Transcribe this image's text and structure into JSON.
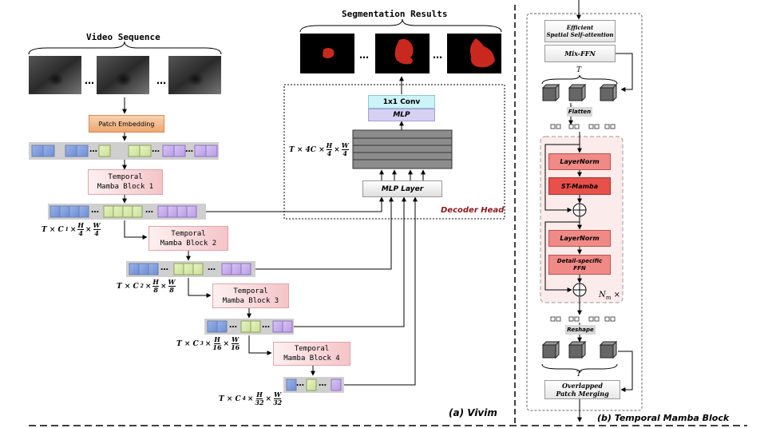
{
  "left": {
    "video_title": "Video Sequence",
    "seg_title": "Segmentation Results",
    "ellipsis": "…",
    "patch_embedding": "Patch Embedding",
    "tmb": [
      {
        "line1": "Temporal",
        "line2": "Mamba Block 1"
      },
      {
        "line1": "Temporal",
        "line2": "Mamba Block 2"
      },
      {
        "line1": "Temporal",
        "line2": "Mamba Block 3"
      },
      {
        "line1": "Temporal",
        "line2": "Mamba Block 4"
      }
    ],
    "dims": [
      {
        "prefix": "T × C",
        "sub": "1",
        "h": "H",
        "hd": "4",
        "w": "W",
        "wd": "4"
      },
      {
        "prefix": "T × C",
        "sub": "2",
        "h": "H",
        "hd": "8",
        "w": "W",
        "wd": "8"
      },
      {
        "prefix": "T × C",
        "sub": "3",
        "h": "H",
        "hd": "16",
        "w": "W",
        "wd": "16"
      },
      {
        "prefix": "T × C",
        "sub": "4",
        "h": "H",
        "hd": "32",
        "w": "W",
        "wd": "32"
      }
    ],
    "decoder_dim": {
      "prefix": "T × 4C ×",
      "h": "H",
      "hd": "4",
      "w": "W",
      "wd": "4"
    },
    "conv": "1x1 Conv",
    "mlp": "MLP",
    "mlp_layer": "MLP Layer",
    "decoder_head": "Decoder Head",
    "caption": "(a) Vivim"
  },
  "right": {
    "attn_line1": "Efficient",
    "attn_line2": "Spatial Self-attention",
    "mixffn": "Mix-FFN",
    "T_top": "T",
    "flatten": "Flatten",
    "layernorm1": "LayerNorm",
    "stmamba": "ST-Mamba",
    "layernorm2": "LayerNorm",
    "ffn_line1": "Detail-specific",
    "ffn_line2": "FFN",
    "nm": "N",
    "nm_sub": "m",
    "nm_suffix": " ×",
    "reshape": "Reshape",
    "T_bottom": "T",
    "merge_line1": "Overlapped",
    "merge_line2": "Patch Merging",
    "caption": "(b) Temporal Mamba Block"
  },
  "colors": {
    "patch_embed": "#f2b98a",
    "tmb_fill": "#fbe3e4",
    "conv_fill": "#ccf3f7",
    "mlp_fill": "#d6d1f3",
    "layernorm": "#f08a86",
    "stmamba": "#e8504a",
    "decoder_text": "#8b1a1a",
    "seg_red": "#c8281e"
  }
}
